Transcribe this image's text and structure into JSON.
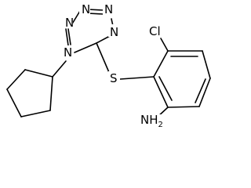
{
  "molecule": {
    "atoms": {
      "n1": "N",
      "n2": "N",
      "n3": "N",
      "n4": "N",
      "cl": "Cl",
      "s": "S",
      "nh2_main": "NH",
      "nh2_sub": "2"
    }
  }
}
